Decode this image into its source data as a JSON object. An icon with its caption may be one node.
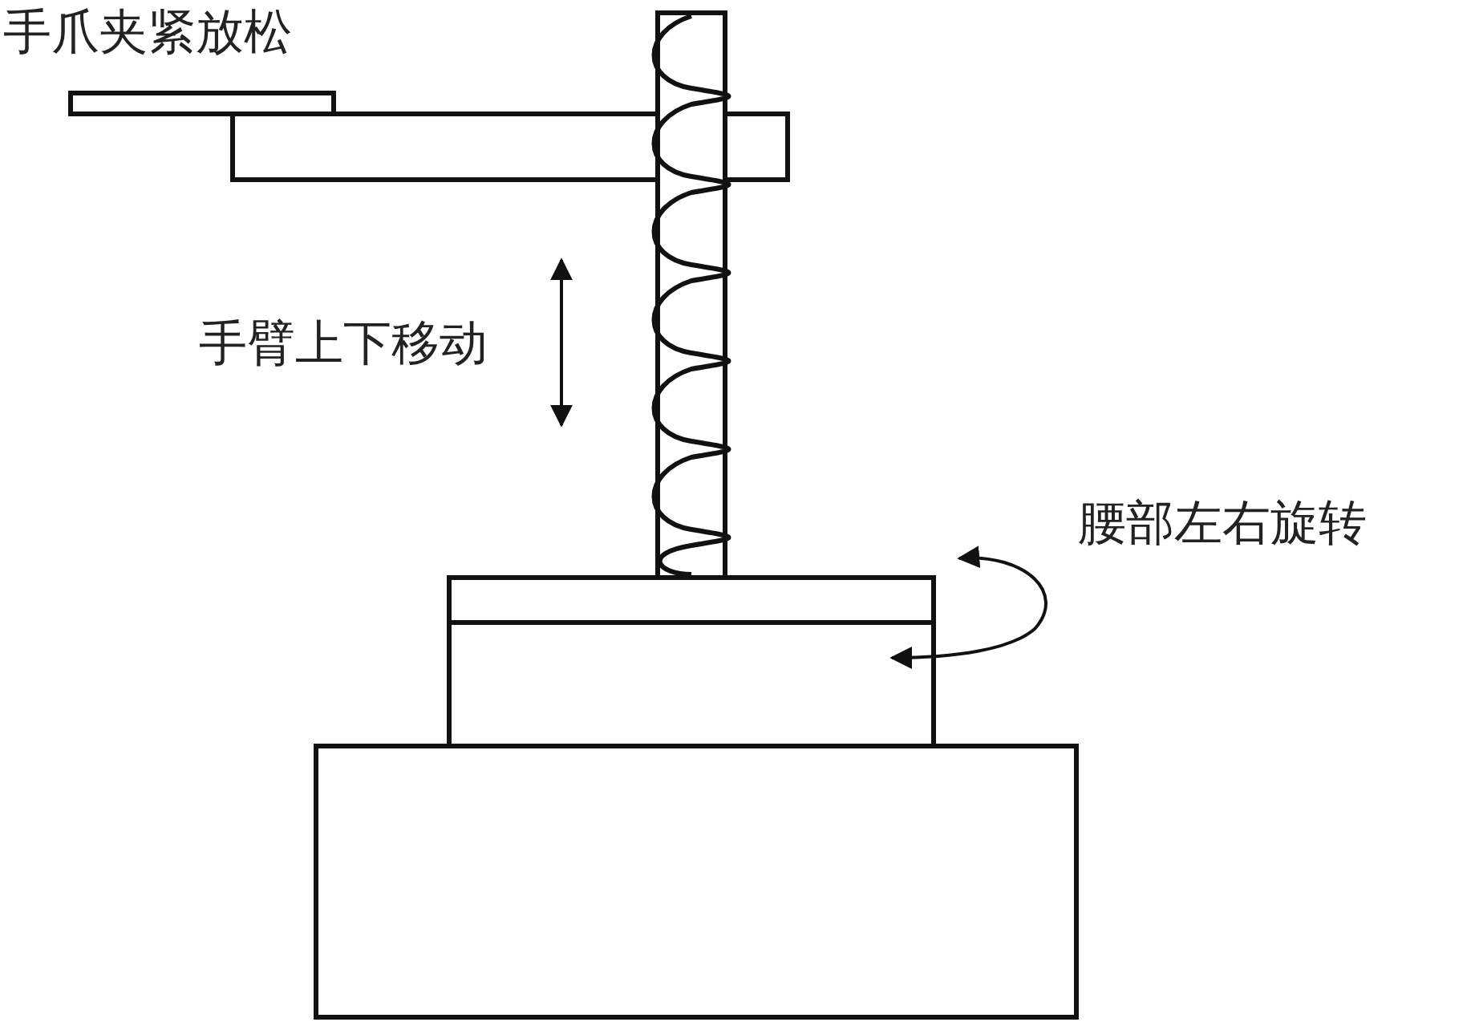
{
  "diagram": {
    "labels": [
      "手爪夹紧放松",
      "手臂上下移动",
      "腰部左右旋转"
    ]
  }
}
